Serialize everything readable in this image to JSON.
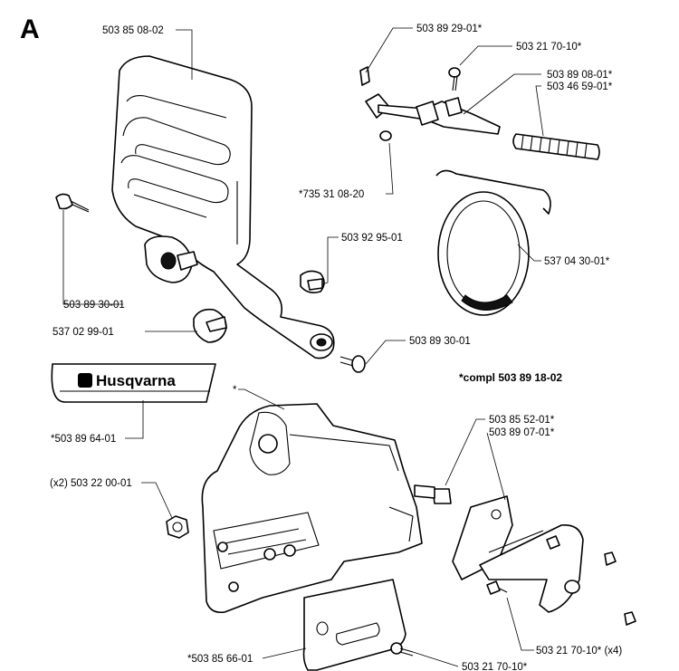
{
  "section_letter": "A",
  "brand_name": "Husqvarna",
  "kit_note": "*compl 503 89 18-02",
  "parts": {
    "chain_brake_handle": "503 85 08-02",
    "pin_top": "503 89 29-01*",
    "screw_top": "503 21 70-10*",
    "brake_lever_a": "503 89 08-01*",
    "spring": "503 46 59-01*",
    "circlip": "*735 31 08-20",
    "washer_small": "503 92 95-01",
    "brake_band": "537 04 30-01*",
    "screw_left": "503 89 30-01",
    "washer_left": "537 02 99-01",
    "screw_right": "503 89 30-01",
    "decal": "*503 89 64-01",
    "clutch_cover": "*",
    "bracket_a": "503 85 52-01*",
    "bracket_b": "503 89 07-01*",
    "nut": "(x2) 503 22 00-01",
    "chain_guide_plate": "*503 85 66-01",
    "screw_bottom": "503 21 70-10*",
    "screw_cover_x4": "503 21 70-10* (x4)"
  }
}
